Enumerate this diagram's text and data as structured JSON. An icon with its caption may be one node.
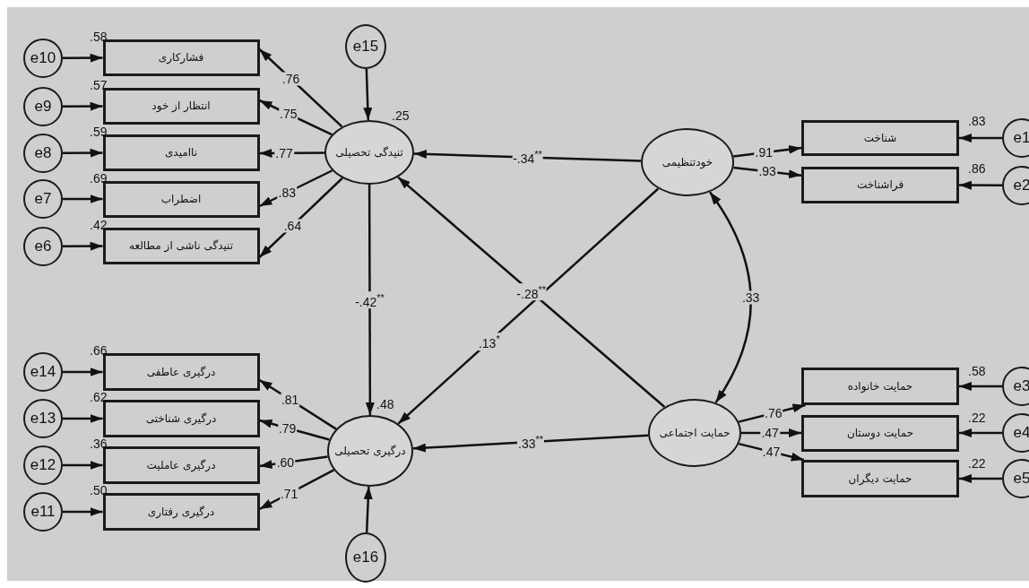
{
  "diagram": {
    "nodes": [
      {
        "text": [
          "e10"
        ]
      },
      {
        "text": [
          "فشارکاری"
        ],
        "beside": [
          ".58"
        ]
      },
      {
        "text": [
          "e9"
        ]
      },
      {
        "text": [
          "انتظار از خود"
        ],
        "beside": [
          ".57"
        ]
      },
      {
        "text": [
          "e8"
        ]
      },
      {
        "text": [
          "ناامیدی"
        ],
        "beside": [
          ".59"
        ]
      },
      {
        "text": [
          "e7"
        ]
      },
      {
        "text": [
          "اضطراب"
        ],
        "beside": [
          ".69"
        ]
      },
      {
        "text": [
          "e6"
        ]
      },
      {
        "text": [
          "تنیدگی ناشی از مطالعه"
        ],
        "beside": [
          ".42"
        ]
      },
      {
        "text": [
          "e15"
        ]
      },
      {
        "text": [
          "تنیدگی تحصیلی"
        ],
        "beside": [
          ".25"
        ]
      },
      {
        "text": [
          "خودتنظیمی"
        ]
      },
      {
        "text": [
          "شناخت"
        ],
        "beside": [
          ".83"
        ]
      },
      {
        "text": [
          "e1"
        ]
      },
      {
        "text": [
          "فراشناخت"
        ],
        "beside": [
          ".86"
        ]
      },
      {
        "text": [
          "e2"
        ]
      },
      {
        "text": [
          "e14"
        ]
      },
      {
        "text": [
          "درگیری عاطفی"
        ],
        "beside": [
          ".66"
        ]
      },
      {
        "text": [
          "e13"
        ]
      },
      {
        "text": [
          "درگیری شناختی"
        ],
        "beside": [
          ".62"
        ]
      },
      {
        "text": [
          "e12"
        ]
      },
      {
        "text": [
          "درگیری عاملیت"
        ],
        "beside": [
          ".36"
        ]
      },
      {
        "text": [
          "e11"
        ]
      },
      {
        "text": [
          "درگیری رفتاری"
        ],
        "beside": [
          ".50"
        ]
      },
      {
        "text": [
          "درگیری تحصیلی"
        ],
        "beside": [
          ".48"
        ]
      },
      {
        "text": [
          "حمایت اجتماعی"
        ]
      },
      {
        "text": [
          "حمایت خانواده"
        ],
        "beside": [
          ".58"
        ]
      },
      {
        "text": [
          "e3"
        ]
      },
      {
        "text": [
          "حمایت دوستان"
        ],
        "beside": [
          ".22"
        ]
      },
      {
        "text": [
          "e4"
        ]
      },
      {
        "text": [
          "حمایت دیگران"
        ],
        "beside": [
          ".22"
        ]
      },
      {
        "text": [
          "e5"
        ]
      },
      {
        "text": [
          "e16"
        ]
      }
    ],
    "edges": [
      {
        "from": 0,
        "to": 1,
        "arrow": "to"
      },
      {
        "from": 2,
        "to": 3,
        "arrow": "to"
      },
      {
        "from": 4,
        "to": 5,
        "arrow": "to"
      },
      {
        "from": 6,
        "to": 7,
        "arrow": "to"
      },
      {
        "from": 8,
        "to": 9,
        "arrow": "to"
      },
      {
        "from": 11,
        "to": 1,
        "arrow": "to",
        "label": ".76"
      },
      {
        "from": 11,
        "to": 3,
        "arrow": "to",
        "label": ".75"
      },
      {
        "from": 11,
        "to": 5,
        "arrow": "to",
        "label": ".77"
      },
      {
        "from": 11,
        "to": 7,
        "arrow": "to",
        "label": ".83"
      },
      {
        "from": 11,
        "to": 9,
        "arrow": "to",
        "label": ".64"
      },
      {
        "from": 10,
        "to": 11,
        "arrow": "to"
      },
      {
        "from": 12,
        "to": 13,
        "arrow": "to",
        "label": ".91"
      },
      {
        "from": 12,
        "to": 15,
        "arrow": "to",
        "label": ".93"
      },
      {
        "from": 14,
        "to": 13,
        "arrow": "to"
      },
      {
        "from": 16,
        "to": 15,
        "arrow": "to"
      },
      {
        "from": 12,
        "to": 11,
        "arrow": "to",
        "label": "-.34$^{**}$"
      },
      {
        "from": 26,
        "to": 11,
        "arrow": "to",
        "label": "-.28$^{**}$"
      },
      {
        "from": 12,
        "to": 25,
        "arrow": "to",
        "label": ".13$^{*}$"
      },
      {
        "from": 11,
        "to": 25,
        "arrow": "to",
        "label": "-.42$^{**}$"
      },
      {
        "from": 26,
        "to": 25,
        "arrow": "to",
        "label": ".33$^{**}$"
      },
      {
        "from": 12,
        "to": 26,
        "arrow": "both",
        "label": ".33"
      },
      {
        "from": 17,
        "to": 18,
        "arrow": "to"
      },
      {
        "from": 19,
        "to": 20,
        "arrow": "to"
      },
      {
        "from": 21,
        "to": 22,
        "arrow": "to"
      },
      {
        "from": 23,
        "to": 24,
        "arrow": "to"
      },
      {
        "from": 25,
        "to": 18,
        "arrow": "to",
        "label": ".81"
      },
      {
        "from": 25,
        "to": 20,
        "arrow": "to",
        "label": ".79"
      },
      {
        "from": 25,
        "to": 22,
        "arrow": "to",
        "label": ".60"
      },
      {
        "from": 25,
        "to": 24,
        "arrow": "to",
        "label": ".71"
      },
      {
        "from": 33,
        "to": 25,
        "arrow": "to"
      },
      {
        "from": 26,
        "to": 27,
        "arrow": "to",
        "label": ".76"
      },
      {
        "from": 26,
        "to": 29,
        "arrow": "to",
        "label": ".47"
      },
      {
        "from": 26,
        "to": 31,
        "arrow": "to",
        "label": ".47"
      },
      {
        "from": 28,
        "to": 27,
        "arrow": "to"
      },
      {
        "from": 30,
        "to": 29,
        "arrow": "to"
      },
      {
        "from": 32,
        "to": 31,
        "arrow": "to"
      }
    ]
  }
}
